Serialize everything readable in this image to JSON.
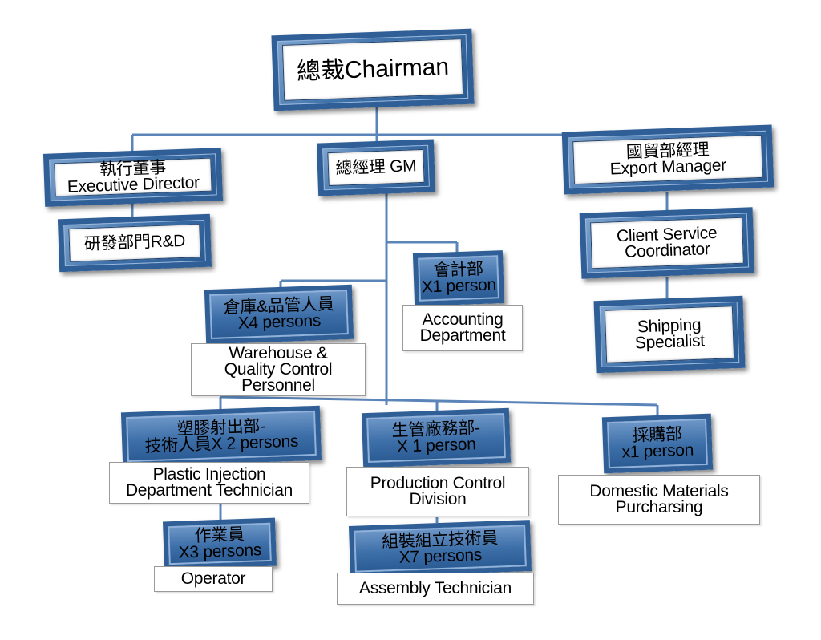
{
  "chairman": {
    "label": "總裁Chairman"
  },
  "executive_director": {
    "line1": "執行董事",
    "line2": "Executive Director"
  },
  "gm": {
    "label": "總經理 GM"
  },
  "export_manager": {
    "line1": "國貿部經理",
    "line2": "Export Manager"
  },
  "rnd": {
    "label": "研發部門R&D"
  },
  "client_service": {
    "line1": "Client Service",
    "line2": "Coordinator"
  },
  "shipping": {
    "line1": "Shipping",
    "line2": "Specialist"
  },
  "accounting": {
    "line1": "會計部",
    "line2": "X1 person",
    "en1": "Accounting",
    "en2": "Department"
  },
  "warehouse": {
    "line1": "倉庫&品管人員",
    "line2": "X4 persons",
    "en1": "Warehouse &",
    "en2": "Quality Control",
    "en3": "Personnel"
  },
  "plastic": {
    "line1": "塑膠射出部-",
    "line2": "技術人員X 2 persons",
    "en1": "Plastic Injection",
    "en2": "Department Technician"
  },
  "production": {
    "line1": "生管廠務部-",
    "line2": "X 1 person",
    "en1": "Production Control",
    "en2": "Division"
  },
  "purchasing": {
    "line1": "採購部",
    "line2": "x1 person",
    "en1": "Domestic Materials",
    "en2": "Purcharsing"
  },
  "operator": {
    "line1": "作業員",
    "line2": "X3 persons",
    "en1": "Operator"
  },
  "assembly": {
    "line1": "組裝組立技術員",
    "line2": "X7 persons",
    "en1": "Assembly Technician"
  },
  "colors": {
    "frame_blue": "#2f5f96",
    "line_blue": "#5b84b8"
  }
}
